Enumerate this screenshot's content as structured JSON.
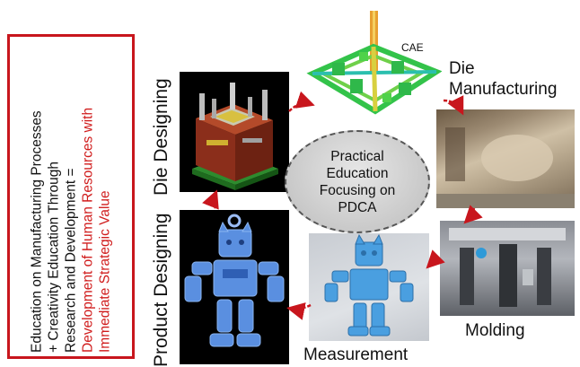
{
  "left_box": {
    "line1": "Education on Manufacturing Processes",
    "line2": "+ Creativity Education Through",
    "line3": "Research and Development =",
    "line4_red": "Development of Human Resources with",
    "line5_red": "Immediate Strategic Value"
  },
  "labels": {
    "die_designing": "Die Designing",
    "product_designing": "Product Designing",
    "cae": "CAE",
    "die_manufacturing_1": "Die",
    "die_manufacturing_2": "Manufacturing",
    "molding": "Molding",
    "measurement": "Measurement"
  },
  "center": {
    "line1": "Practical",
    "line2": "Education",
    "line3": "Focusing on",
    "line4": "PDCA"
  },
  "colors": {
    "accent_red": "#c8161d",
    "toy_blue": "#4a9fe0",
    "cae_green": "#33c34a"
  }
}
